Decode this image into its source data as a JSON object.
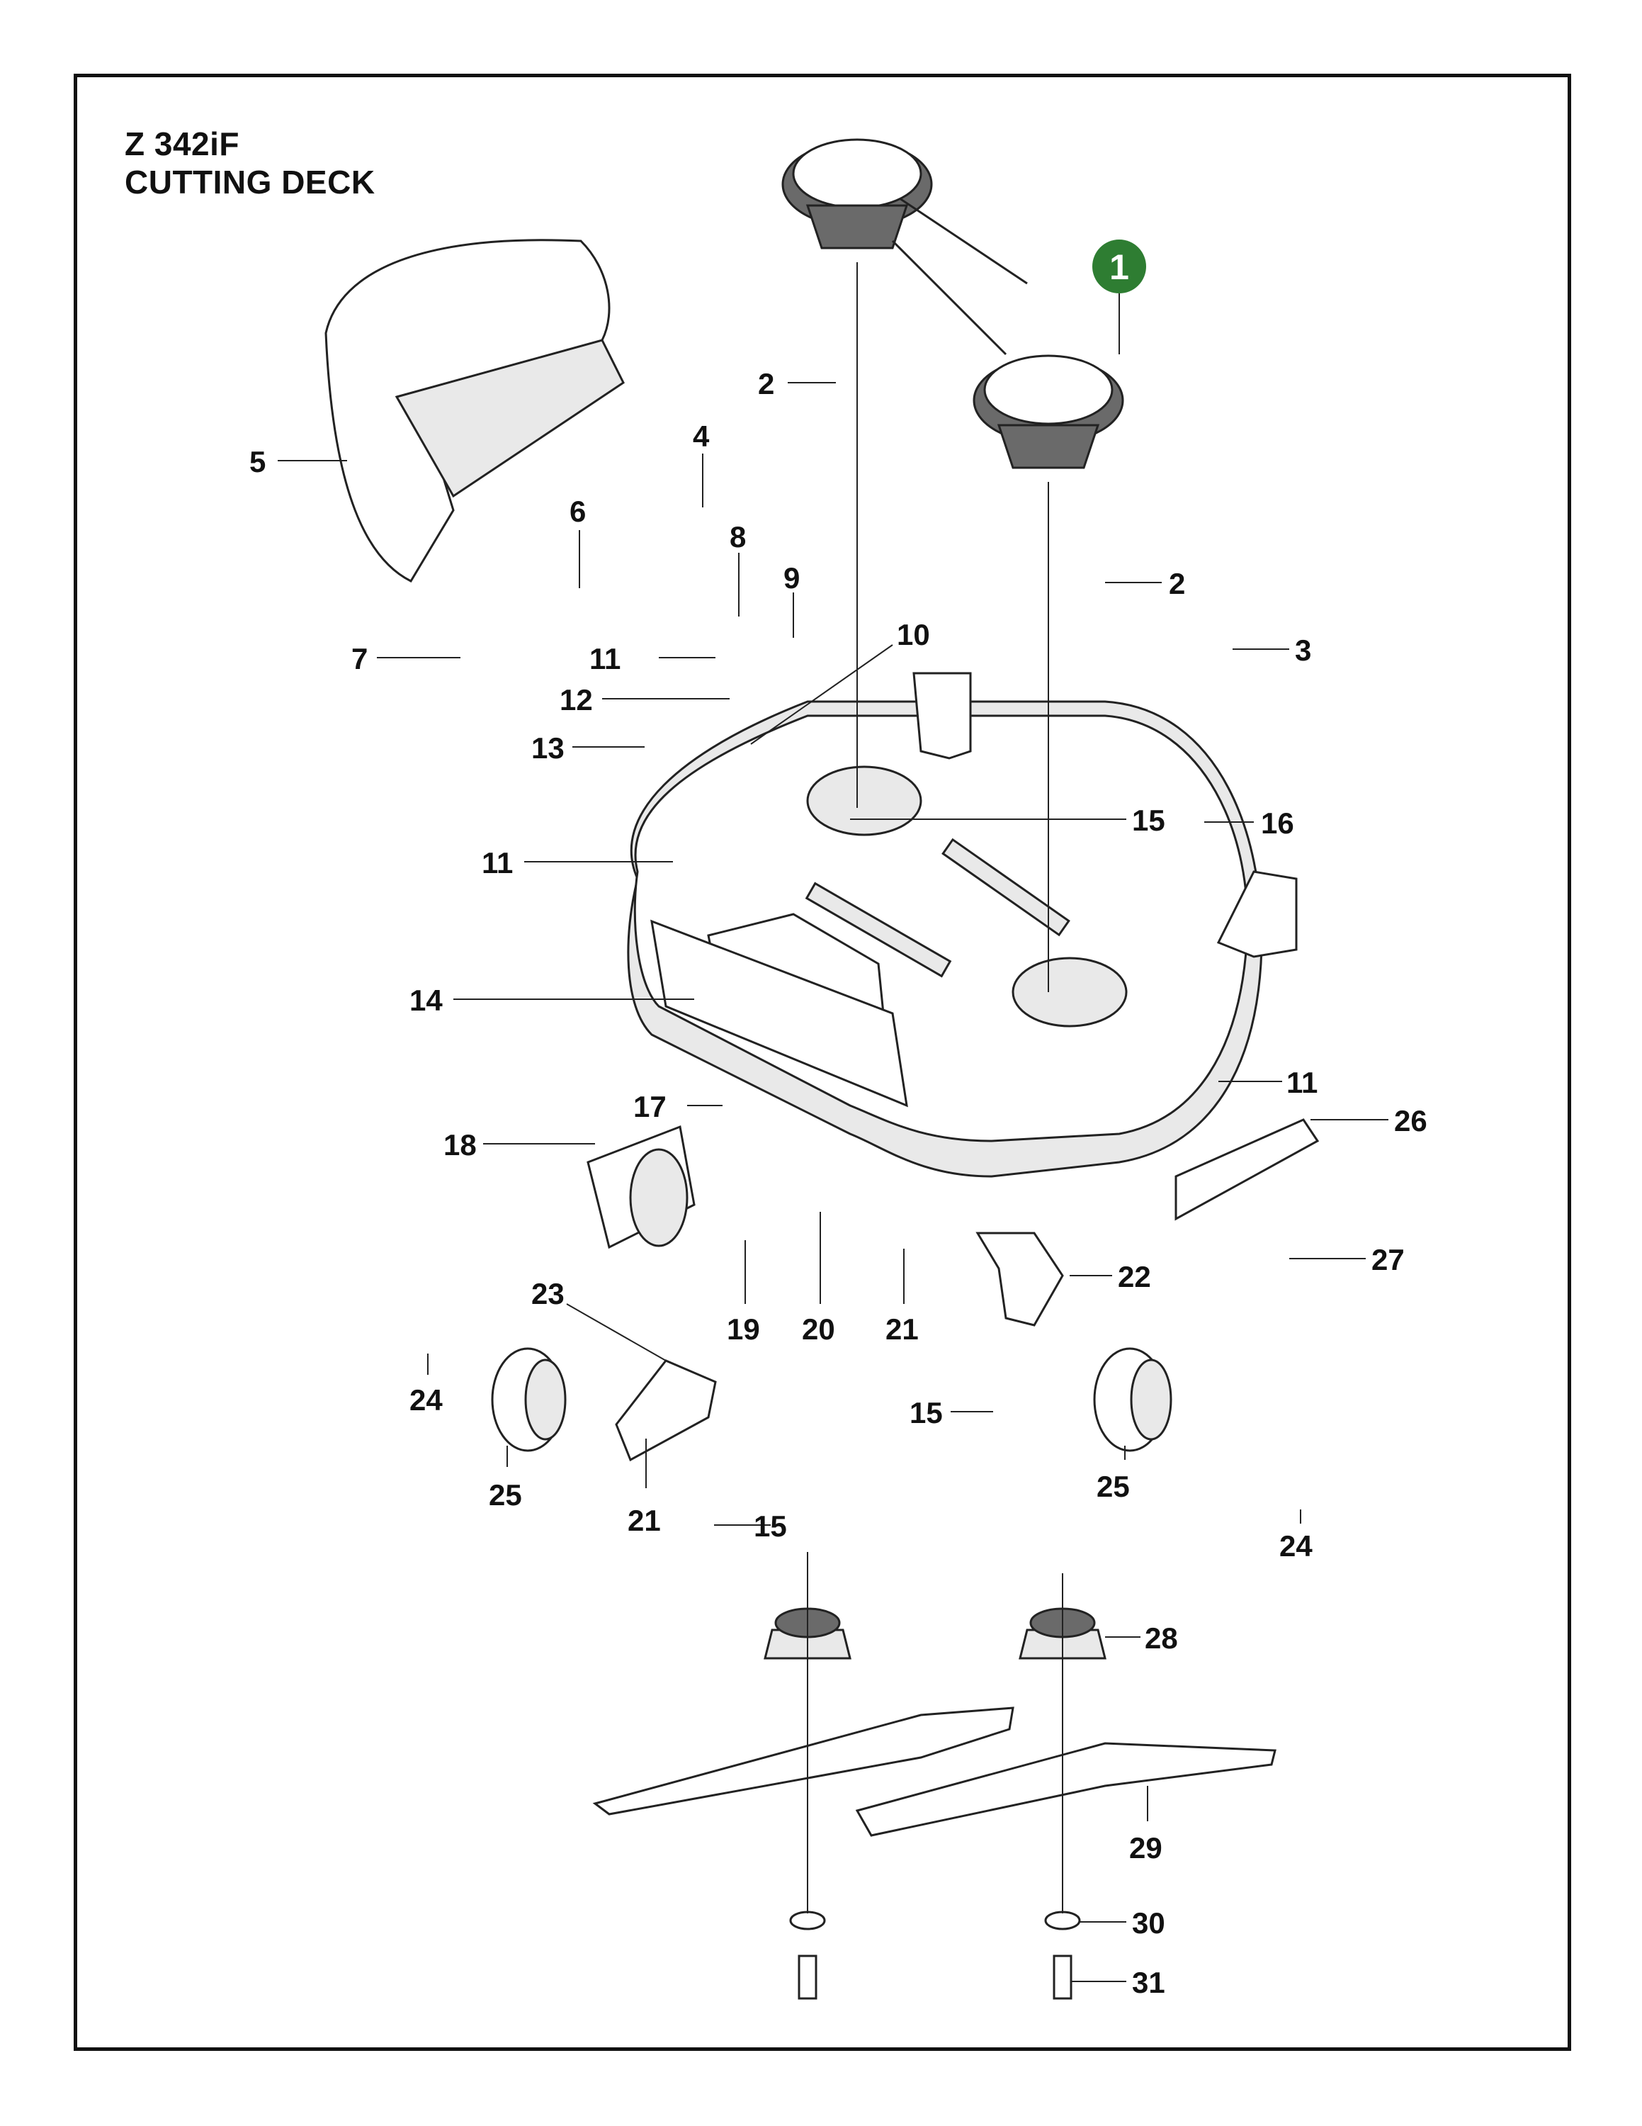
{
  "header": {
    "model": "Z 342iF",
    "section": "CUTTING DECK"
  },
  "highlight_badge": {
    "label": "1",
    "color": "#2e7d32"
  },
  "callouts": [
    "2",
    "2",
    "3",
    "4",
    "5",
    "6",
    "7",
    "8",
    "9",
    "10",
    "11",
    "11",
    "11",
    "12",
    "13",
    "14",
    "15",
    "15",
    "15",
    "16",
    "17",
    "18",
    "19",
    "20",
    "21",
    "21",
    "22",
    "23",
    "24",
    "24",
    "25",
    "25",
    "26",
    "27",
    "28",
    "29",
    "30",
    "31"
  ]
}
